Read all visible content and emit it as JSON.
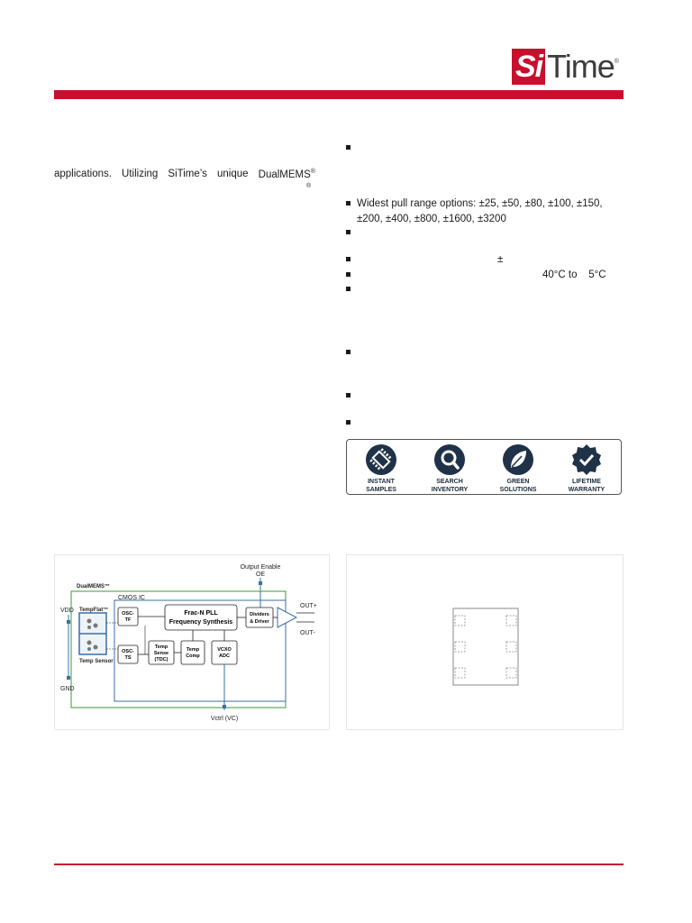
{
  "brand": {
    "si": "Si",
    "time": "Time",
    "reg": "®"
  },
  "left_text": {
    "line1_words": [
      "applications.",
      "Utilizing",
      "SiTime’s",
      "unique",
      "DualMEMS"
    ],
    "line1_sup": "®",
    "line2_mark": "®"
  },
  "bullets": [
    {
      "text": ""
    },
    {
      "text": "Widest pull range options: ±25, ±50, ±80, ±100, ±150, ±200, ±400, ±800, ±1600, ±3200"
    },
    {
      "text": ""
    },
    {
      "text": "±"
    },
    {
      "text_right": "40°C to    5°C"
    },
    {
      "text": ""
    },
    {
      "text": ""
    },
    {
      "text": ""
    },
    {
      "text": ""
    }
  ],
  "badges": [
    {
      "line1": "INSTANT",
      "line2": "SAMPLES",
      "icon": "chip-icon"
    },
    {
      "line1": "SEARCH",
      "line2": "INVENTORY",
      "icon": "magnifier-icon"
    },
    {
      "line1": "GREEN",
      "line2": "SOLUTIONS",
      "icon": "leaf-icon"
    },
    {
      "line1": "LIFETIME",
      "line2": "WARRANTY",
      "icon": "checkmark-badge-icon"
    }
  ],
  "block_diagram": {
    "output_enable": "Output Enable",
    "oe": "OE",
    "dualmems": "DualMEMS™",
    "tempflat": "TempFlat™",
    "cmos_ic": "CMOS IC",
    "vdd": "VDD",
    "gnd": "GND",
    "temp_sensor": "Temp Sensor",
    "osc_tf_1": "OSC-",
    "osc_tf_2": "TF",
    "osc_ts_1": "OSC-",
    "osc_ts_2": "TS",
    "pll_1": "Frac-N PLL",
    "pll_2": "Frequency Synthesis",
    "div_1": "Dividers",
    "div_2": "& Driver",
    "tsense_1": "Temp",
    "tsense_2": "Sense",
    "tsense_3": "(TDC)",
    "tcomp_1": "Temp",
    "tcomp_2": "Comp",
    "vcxo_1": "VCXO",
    "vcxo_2": "ADC",
    "out_p": "OUT+",
    "out_n": "OUT-",
    "vctrl": "Vctrl (VC)"
  },
  "colors": {
    "brand_red": "#c8102e",
    "diagram_blue": "#3a6ea5",
    "diagram_green": "#3a9a3a"
  }
}
